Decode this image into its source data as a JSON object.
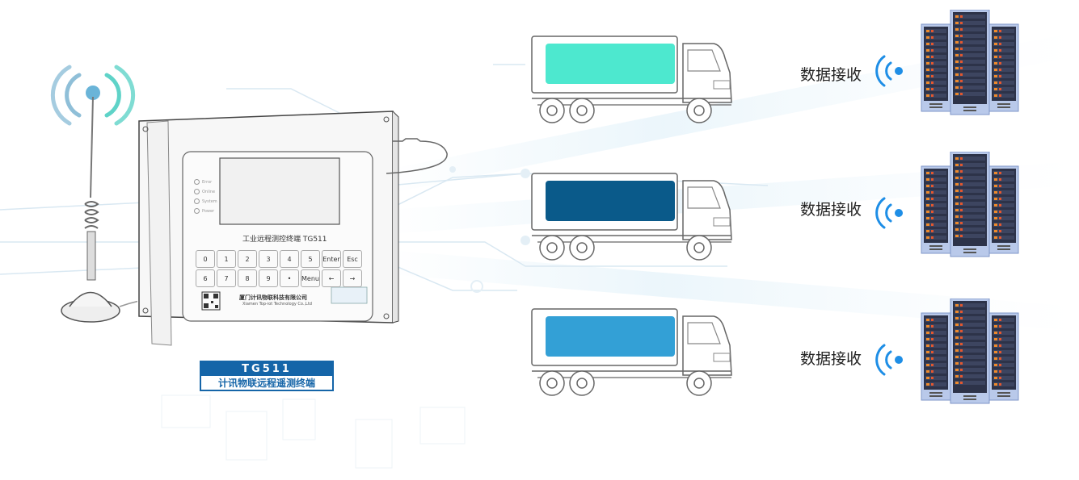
{
  "device": {
    "model_label": "TG511",
    "name_label": "计讯物联远程遥测终端",
    "panel_title": "工业远程测控终端  TG511",
    "company_cn": "厦门计讯物联科技有限公司",
    "company_en": "Xiamen Top-iot Technology Co.,Ltd",
    "leds": [
      "Error",
      "Online",
      "System",
      "Power"
    ],
    "keys": [
      "0",
      "1",
      "2",
      "3",
      "4",
      "5",
      "Enter",
      "Esc",
      "6",
      "7",
      "8",
      "9",
      "•",
      "Menu",
      "←",
      "→"
    ]
  },
  "trucks": [
    {
      "cargo_color": "#4de8cf"
    },
    {
      "cargo_color": "#0a5a8a"
    },
    {
      "cargo_color": "#33a0d6"
    }
  ],
  "receivers": [
    {
      "label": "数据接收"
    },
    {
      "label": "数据接收"
    },
    {
      "label": "数据接收"
    }
  ],
  "colors": {
    "brand_blue": "#1565a8",
    "signal_blue": "#1e8ee6",
    "antenna_teal": "#5fd3c8"
  }
}
